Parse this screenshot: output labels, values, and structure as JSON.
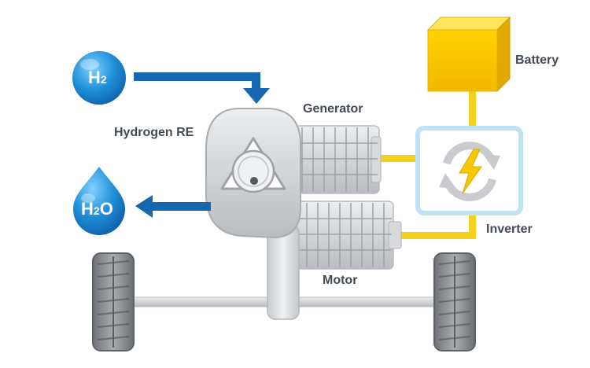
{
  "labels": {
    "battery": "Battery",
    "generator": "Generator",
    "hydrogen_re": "Hydrogen RE",
    "inverter": "Inverter",
    "motor": "Motor"
  },
  "inputs": {
    "h2": {
      "main": "H",
      "sub": "2"
    }
  },
  "outputs": {
    "h2o": {
      "main": "H",
      "sub": "2",
      "tail": "O"
    }
  },
  "colors": {
    "hydrogen_blue": "#1e8fd8",
    "flow_arrow": "#1568b0",
    "battery_yellow": "#f5c800",
    "electric_line": "#f2d21e",
    "inverter_frame": "#bfe3f4",
    "machine_grey": "#d5d7da",
    "tire": "#8c8f93"
  },
  "icons": {
    "inverter": "cycle-arrows-lightning-icon",
    "engine": "rotary-engine-icon"
  }
}
